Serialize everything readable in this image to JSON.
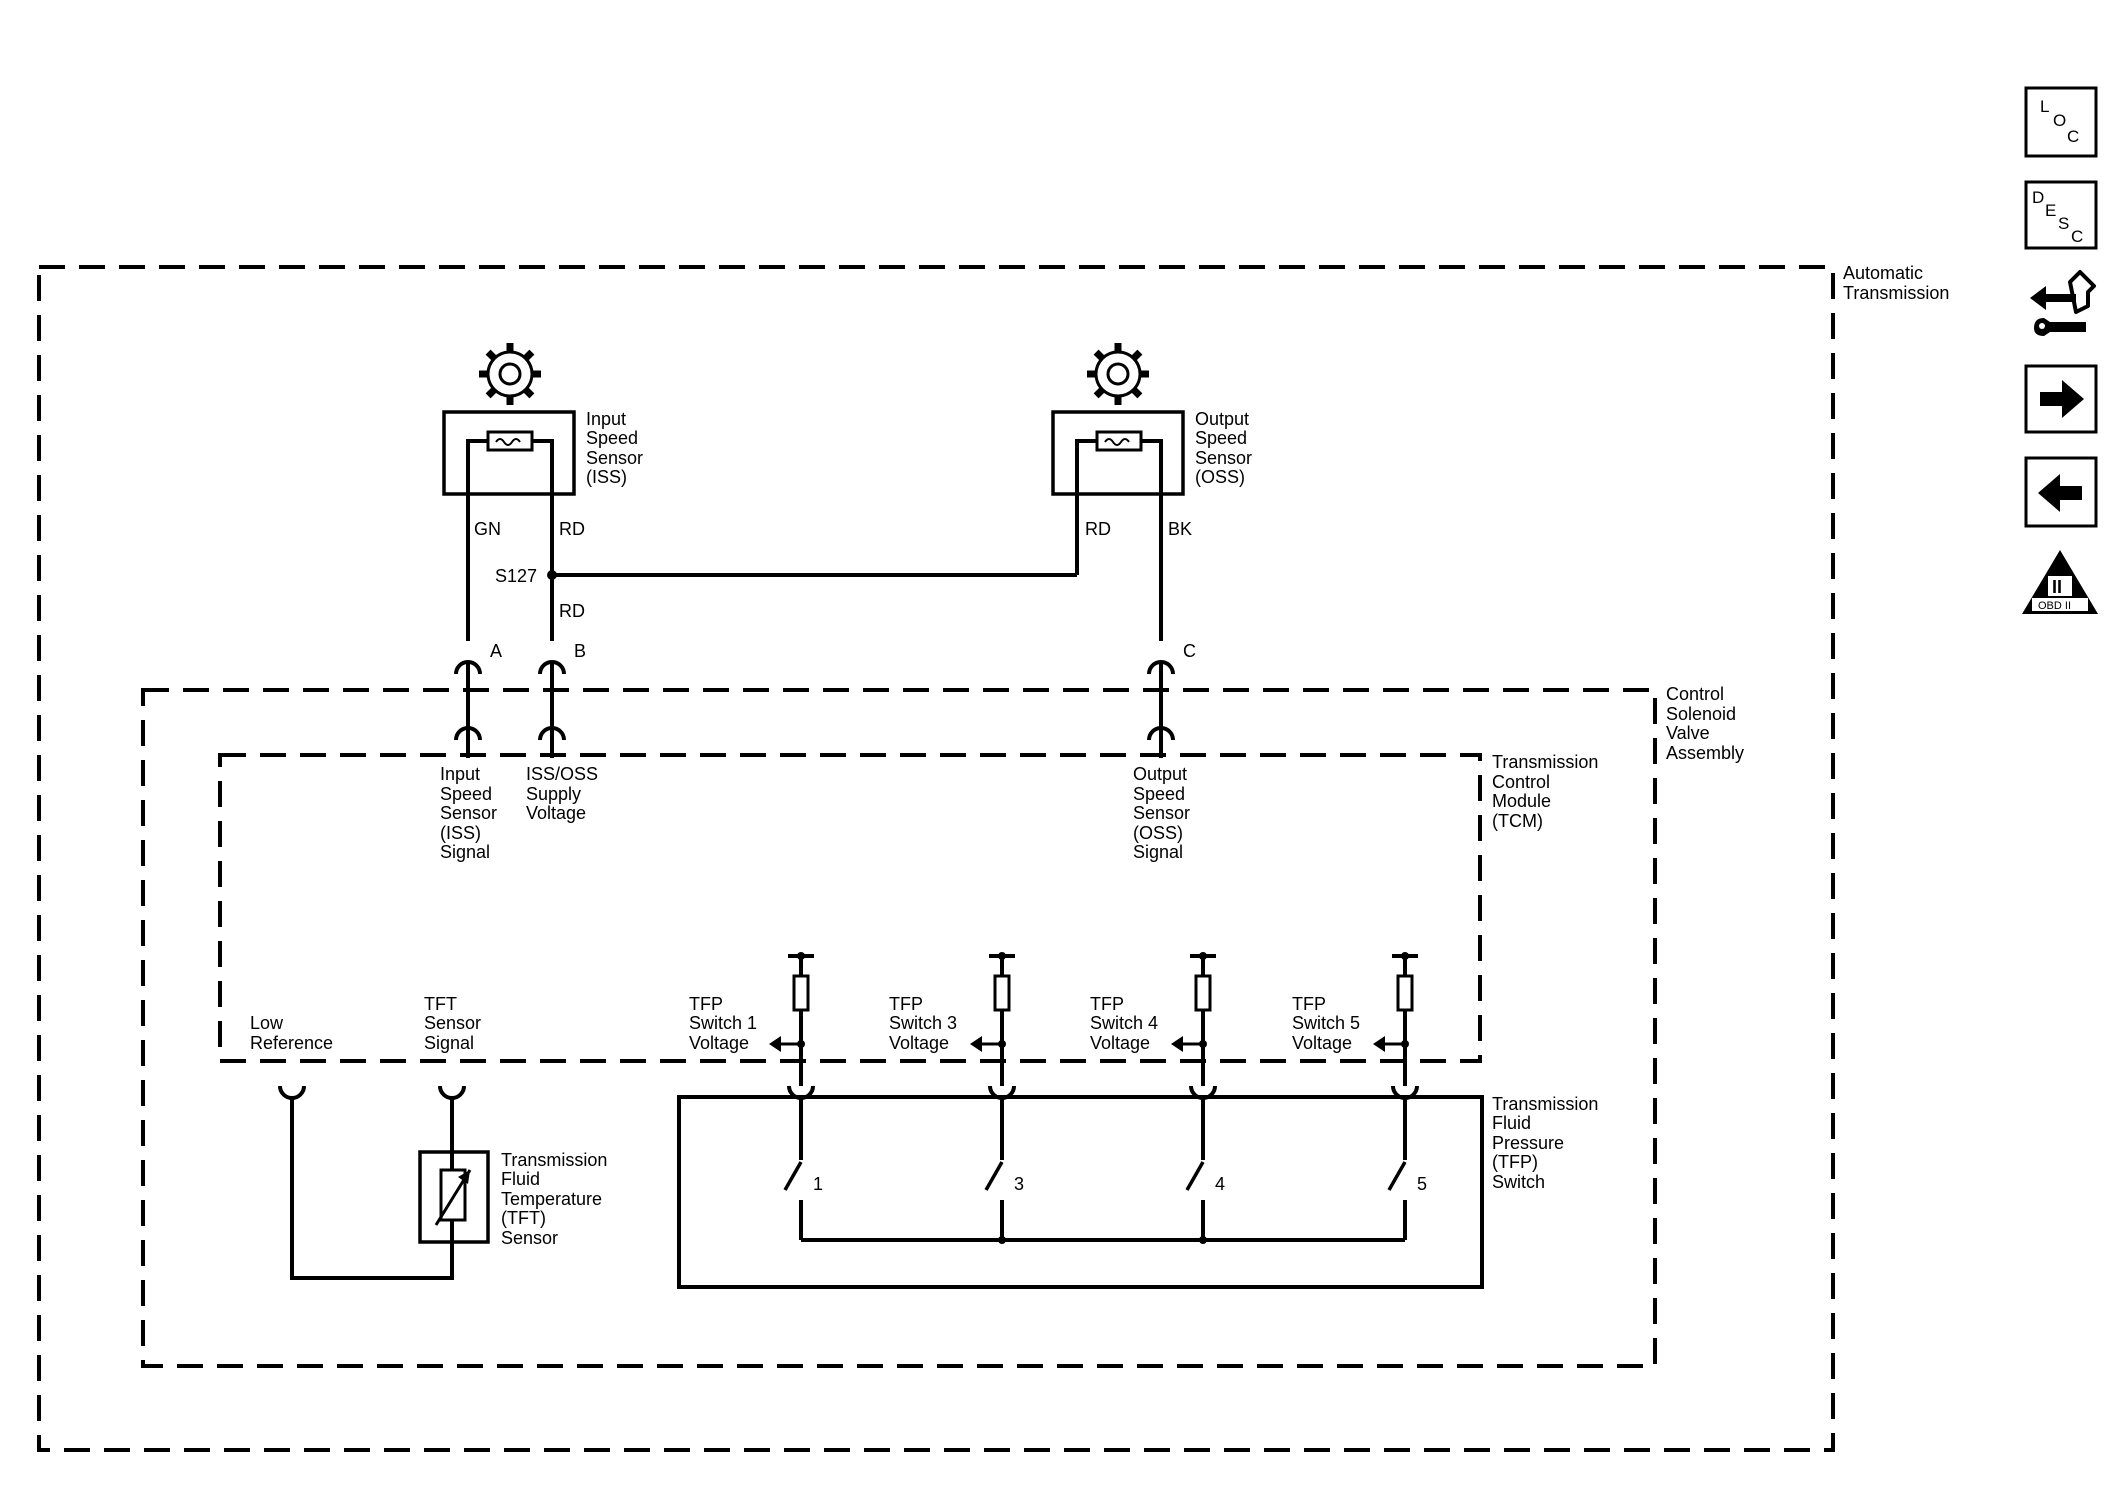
{
  "regions": {
    "automatic_transmission": [
      "Automatic",
      "Transmission"
    ],
    "control_solenoid": [
      "Control",
      "Solenoid",
      "Valve",
      "Assembly"
    ],
    "tcm": [
      "Transmission",
      "Control",
      "Module",
      "(TCM)"
    ]
  },
  "sensors": {
    "iss": [
      "Input",
      "Speed",
      "Sensor",
      "(ISS)"
    ],
    "oss": [
      "Output",
      "Speed",
      "Sensor",
      "(OSS)"
    ]
  },
  "wires": {
    "iss_left": "GN",
    "iss_right": "RD",
    "oss_left": "RD",
    "oss_right": "BK",
    "splice": "S127",
    "below_splice": "RD"
  },
  "connectors": {
    "a": "A",
    "b": "B",
    "c": "C"
  },
  "tcm_pins": {
    "iss_signal": [
      "Input",
      "Speed",
      "Sensor",
      "(ISS)",
      "Signal"
    ],
    "supply": [
      "ISS/OSS",
      "Supply",
      "Voltage"
    ],
    "oss_signal": [
      "Output",
      "Speed",
      "Sensor",
      "(OSS)",
      "Signal"
    ],
    "low_ref": [
      "Low",
      "Reference"
    ],
    "tft_signal": [
      "TFT",
      "Sensor",
      "Signal"
    ],
    "tfp1": [
      "TFP",
      "Switch 1",
      "Voltage"
    ],
    "tfp3": [
      "TFP",
      "Switch 3",
      "Voltage"
    ],
    "tfp4": [
      "TFP",
      "Switch 4",
      "Voltage"
    ],
    "tfp5": [
      "TFP",
      "Switch 5",
      "Voltage"
    ]
  },
  "tft_sensor": [
    "Transmission",
    "Fluid",
    "Temperature",
    "(TFT)",
    "Sensor"
  ],
  "tfp_switch": [
    "Transmission",
    "Fluid",
    "Pressure",
    "(TFP)",
    "Switch"
  ],
  "switch_numbers": [
    "1",
    "3",
    "4",
    "5"
  ],
  "side_icons": {
    "loc": [
      "L",
      "O",
      "C"
    ],
    "desc": [
      "D",
      "E",
      "S",
      "C"
    ],
    "obd": [
      "II",
      "OBD II"
    ]
  }
}
